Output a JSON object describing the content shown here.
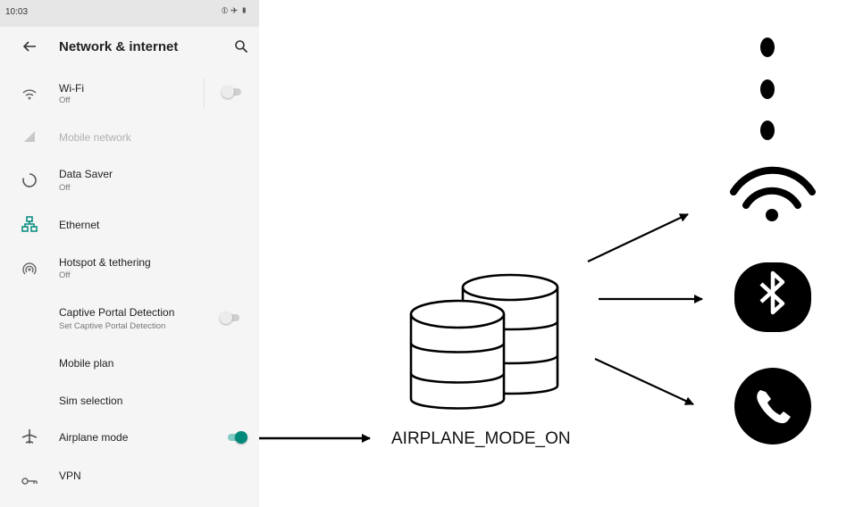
{
  "status_bar": {
    "time": "10:03",
    "icons": [
      "vibrate-icon",
      "airplane-icon",
      "battery-icon"
    ]
  },
  "toolbar": {
    "title": "Network & internet",
    "back_icon": "back-arrow-icon",
    "search_icon": "search-icon"
  },
  "settings": {
    "wifi": {
      "title": "Wi-Fi",
      "summary": "Off",
      "toggle_on": false
    },
    "mobile_network": {
      "title": "Mobile network",
      "disabled": true
    },
    "data_saver": {
      "title": "Data Saver",
      "summary": "Off"
    },
    "ethernet": {
      "title": "Ethernet"
    },
    "hotspot": {
      "title": "Hotspot & tethering",
      "summary": "Off"
    },
    "captive_portal": {
      "title": "Captive Portal Detection",
      "summary": "Set Captive Portal Detection",
      "toggle_on": false
    },
    "mobile_plan": {
      "title": "Mobile plan"
    },
    "sim_selection": {
      "title": "Sim selection"
    },
    "airplane_mode": {
      "title": "Airplane mode",
      "toggle_on": true
    },
    "vpn": {
      "title": "VPN"
    }
  },
  "diagram": {
    "broadcast_label": "AIRPLANE_MODE_ON",
    "receiver_icons": [
      "more-vertical-icon",
      "wifi-icon",
      "bluetooth-icon",
      "phone-icon"
    ],
    "source_icon": "database-icon"
  },
  "colors": {
    "accent": "#00897b",
    "accent_track": "#80cbc4",
    "ethernet_icon": "#00897b",
    "panel_bg": "#f5f5f5",
    "status_bar_bg": "#e6e6e6"
  }
}
